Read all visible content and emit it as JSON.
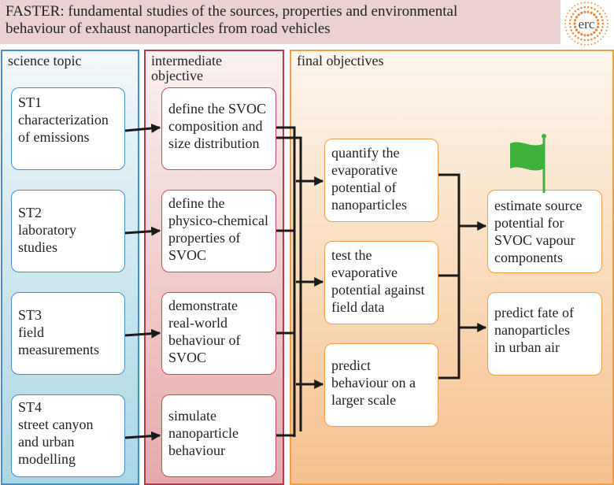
{
  "header": {
    "title_lines": [
      "FASTER: fundamental studies of the sources, properties and environmental",
      "behaviour of exhaust nanoparticles from road vehicles"
    ],
    "logo_text": "erc"
  },
  "columns": {
    "science": {
      "title": "science topic",
      "items": [
        {
          "lines": [
            "ST1",
            "characterization",
            "of emissions"
          ]
        },
        {
          "lines": [
            "ST2",
            "laboratory",
            "studies"
          ]
        },
        {
          "lines": [
            "ST3",
            "field",
            "measurements"
          ]
        },
        {
          "lines": [
            "ST4",
            "street canyon",
            "and urban",
            "modelling"
          ]
        }
      ]
    },
    "intermediate": {
      "title_lines": [
        "intermediate",
        "objective"
      ],
      "items": [
        {
          "lines": [
            "define the SVOC",
            "composition and",
            "size distribution"
          ]
        },
        {
          "lines": [
            "define the",
            "physico-chemical",
            "properties of",
            "SVOC"
          ]
        },
        {
          "lines": [
            "demonstrate",
            "real-world",
            "behaviour of",
            "SVOC"
          ]
        },
        {
          "lines": [
            "simulate",
            "nanoparticle",
            "behaviour"
          ]
        }
      ]
    },
    "final": {
      "title": "final objectives",
      "middle": [
        {
          "lines": [
            "quantify the",
            "evaporative",
            "potential of",
            "nanoparticles"
          ]
        },
        {
          "lines": [
            "test the",
            "evaporative",
            "potential against",
            "field data"
          ]
        },
        {
          "lines": [
            "predict",
            "behaviour on a",
            "larger scale"
          ]
        }
      ],
      "outcomes": [
        {
          "lines": [
            "estimate source",
            "potential for",
            "SVOC vapour",
            "components"
          ]
        },
        {
          "lines": [
            "predict fate of",
            "nanoparticles",
            "in urban air"
          ]
        }
      ]
    }
  },
  "colors": {
    "science_border": "#4a8cc6",
    "intermediate_border": "#b7374d",
    "final_border": "#eb9f4a",
    "header_bg": "#ecd1d2",
    "flag_green": "#3fb23c"
  },
  "icons": {
    "logo": "erc-logo-icon",
    "flag": "flag-icon"
  }
}
